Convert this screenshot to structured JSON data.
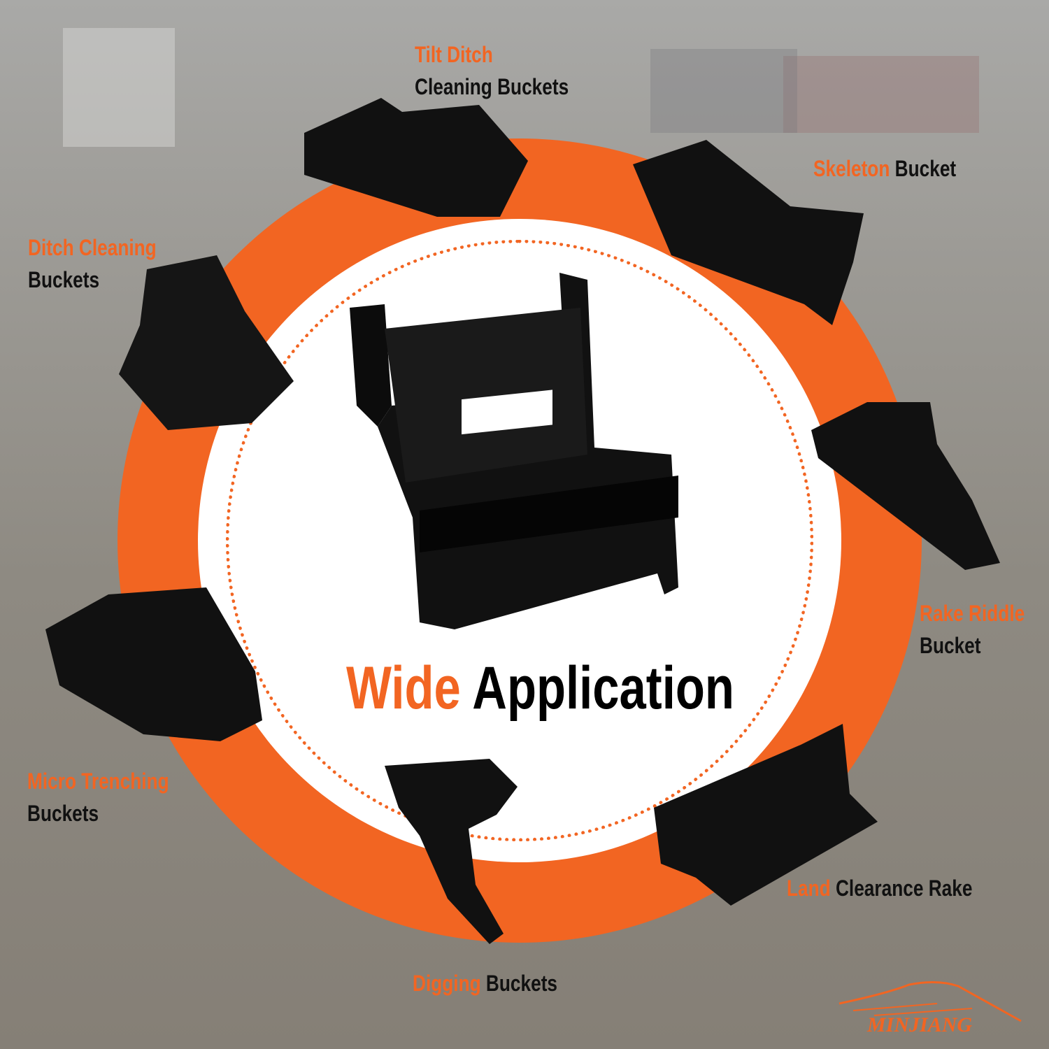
{
  "headline": {
    "accent": "Wide",
    "rest": "Application"
  },
  "colors": {
    "accent": "#f26522",
    "text": "#111111"
  },
  "labels": [
    {
      "accent": "Tilt Ditch",
      "rest": "Cleaning Buckets"
    },
    {
      "accent": "Skeleton",
      "rest": "Bucket"
    },
    {
      "accent": "Ditch Cleaning",
      "rest": "Buckets"
    },
    {
      "accent": "Rake Riddle",
      "rest": "Bucket"
    },
    {
      "accent": "Micro Trenching",
      "rest": "Buckets"
    },
    {
      "accent": "Land",
      "rest": "Clearance Rake"
    },
    {
      "accent": "Digging",
      "rest": "Buckets"
    }
  ],
  "logo": {
    "text": "MINJIANG"
  }
}
